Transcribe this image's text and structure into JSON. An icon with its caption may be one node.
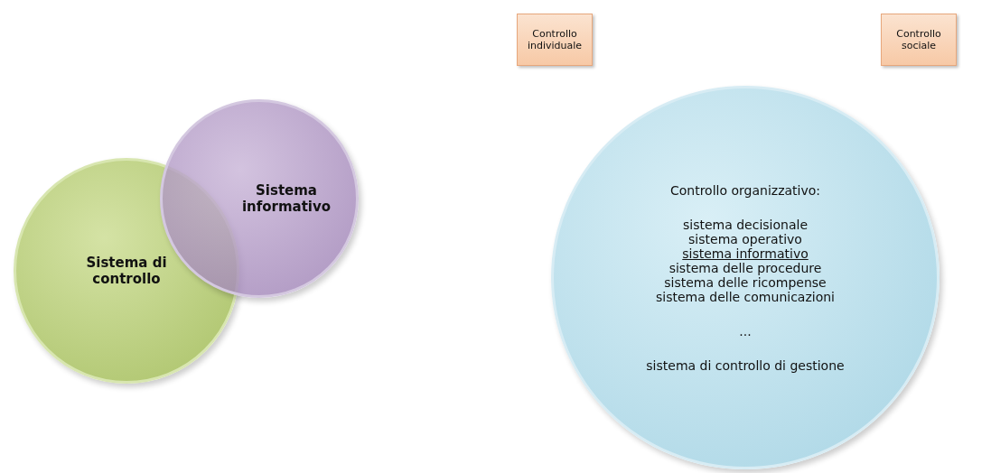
{
  "diagram": {
    "nodes": [
      {
        "text": [
          "Sistema di controllo"
        ]
      },
      {
        "text": [
          "Sistema informativo"
        ]
      },
      {
        "text": [
          "Controllo individuale"
        ]
      },
      {
        "text": [
          "Controllo sociale"
        ]
      },
      {
        "text": [
          "Controllo organizzativo:",
          "sistema decisionale",
          "sistema operativo",
          "sistema informativo",
          "sistema delle procedure",
          "sistema delle ricompense",
          "sistema delle comunicazioni",
          "...",
          "sistema di controllo di gestione"
        ]
      }
    ]
  }
}
